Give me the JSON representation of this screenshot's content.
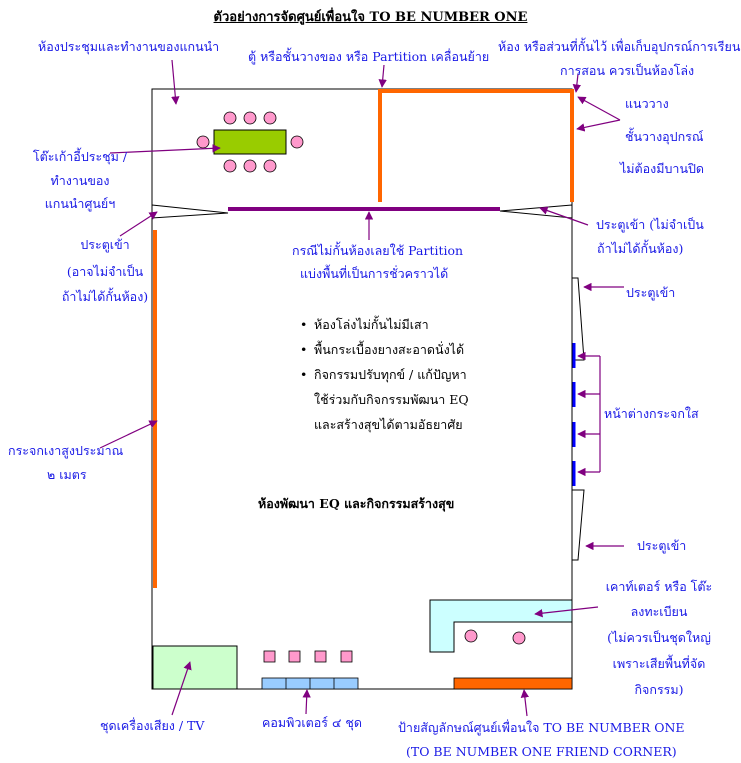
{
  "title": "ตัวอย่างการจัดศูนย์เพื่อนใจ TO BE NUMBER ONE",
  "labels": {
    "leader_room": "ห้องประชุมและทำงานของแกนนำ",
    "partition": "ตู้ หรือชั้นวางของ หรือ Partition เคลื่อนย้าย",
    "storage_room_l1": "ห้อง หรือส่วนที่กั้นไว้ เพื่อเก็บอุปกรณ์การเรียน",
    "storage_room_l2": "การสอน ควรเป็นห้องโล่ง",
    "table_l1": "โต๊ะเก้าอี้ประชุม /",
    "table_l2": "ทำงานของ",
    "table_l3": "แกนนำศูนย์ฯ",
    "shelf_l1": "แนววาง",
    "shelf_l2": "ชั้นวางอุปกรณ์",
    "shelf_l3": "ไม่ต้องมีบานปิด",
    "door_top_right_l1": "ประตูเข้า (ไม่จำเป็น",
    "door_top_right_l2": "ถ้าไม่ได้กั้นห้อง)",
    "door_left_l1": "ประตูเข้า",
    "door_left_l2": "(อาจไม่จำเป็น",
    "door_left_l3": "ถ้าไม่ได้กั้นห้อง)",
    "no_partition_l1": "กรณีไม่กั้นห้องเลยใช้ Partition",
    "no_partition_l2": "แบ่งพื้นที่เป็นการชั่วคราวได้",
    "door_right_mid": "ประตูเข้า",
    "windows": "หน้าต่างกระจกใส",
    "mirror_l1": "กระจกเงาสูงประมาณ",
    "mirror_l2": "๒ เมตร",
    "door_right_bottom": "ประตูเข้า",
    "room_name": "ห้องพัฒนา EQ และกิจกรรมสร้างสุข",
    "counter_l1": "เคาท์เตอร์ หรือ โต๊ะ",
    "counter_l2": "ลงทะเบียน",
    "counter_l3": "(ไม่ควรเป็นชุดใหญ่",
    "counter_l4": "เพราะเสียพื้นที่จัด",
    "counter_l5": "กิจกรรม)",
    "audio_tv": "ชุดเครื่องเสียง / TV",
    "computers": "คอมพิวเตอร์ ๔ ชุด",
    "sign_l1": "ป้ายสัญลักษณ์ศูนย์เพื่อนใจ TO BE NUMBER ONE",
    "sign_l2": "(TO BE NUMBER ONE FRIEND CORNER)"
  },
  "bullets": [
    "ห้องโล่งไม่กั้นไม่มีเสา",
    "พื้นกระเบื้องยางสะอาดนั่งได้",
    "กิจกรรมปรับทุกข์ / แก้ปัญหา"
  ],
  "bullet_cont_l1": "ใช้ร่วมกับกิจกรรมพัฒนา EQ",
  "bullet_cont_l2": "และสร้างสุขได้ตามอัธยาศัย",
  "colors": {
    "label": "#1a1ae6",
    "orange": "#ff6600",
    "purple": "#800080",
    "table": "#99cc00",
    "chair": "#ff99cc",
    "counter": "#ccffff",
    "av": "#ccffcc",
    "computer": "#99ccff",
    "sign": "#ff6600"
  }
}
